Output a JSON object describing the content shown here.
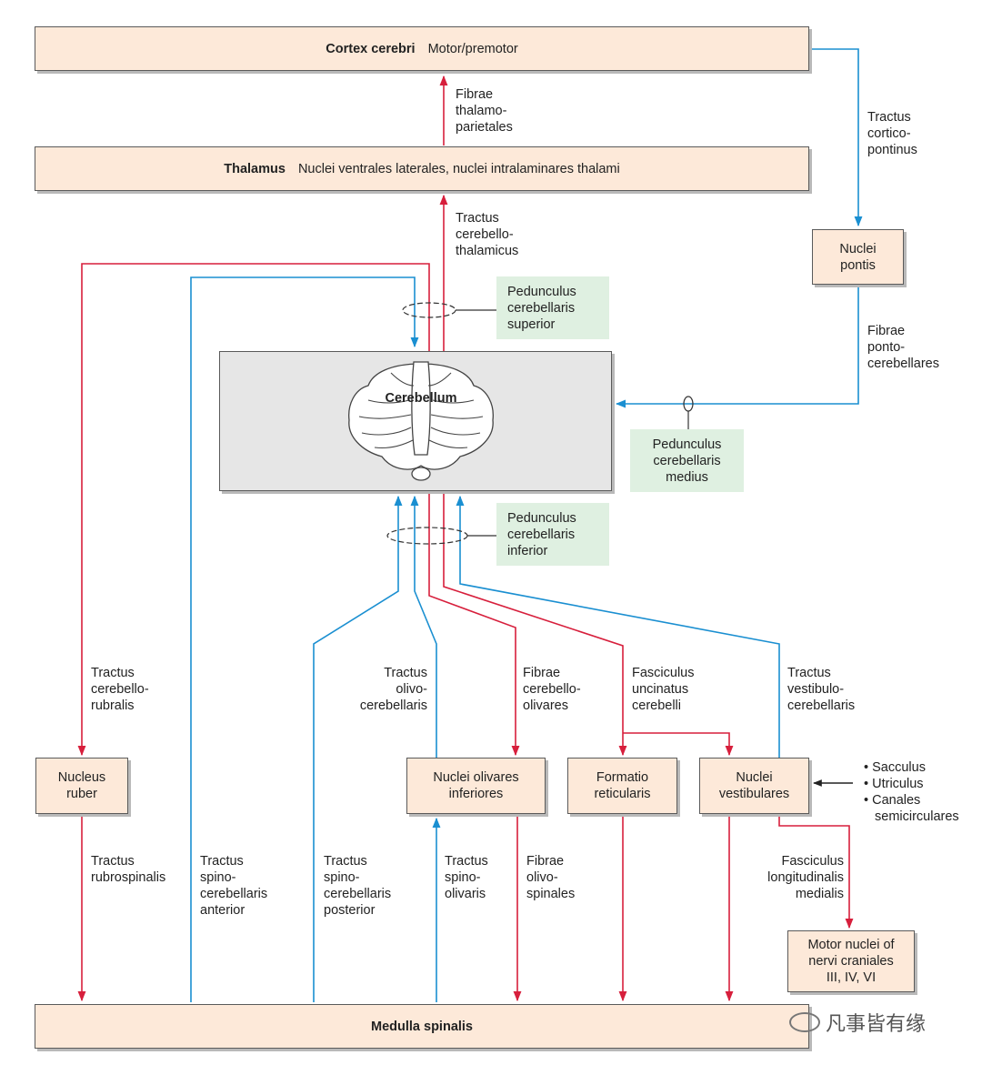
{
  "colors": {
    "afferent": "#1a8fd1",
    "efferent": "#d71f3c",
    "box_fill": "#fde9d9",
    "peduncle_fill": "#dff0e1"
  },
  "cortex": {
    "title": "Cortex cerebri",
    "sub": "Motor/premotor"
  },
  "thalamus": {
    "title": "Thalamus",
    "sub": "Nuclei ventrales laterales, nuclei intralaminares thalami"
  },
  "cerebellum": {
    "label": "Cerebellum"
  },
  "medulla": {
    "label": "Medulla spinalis"
  },
  "nuclei_pontis": [
    "Nuclei",
    "pontis"
  ],
  "nucleus_ruber": [
    "Nucleus",
    "ruber"
  ],
  "nuclei_olivares": [
    "Nuclei olivares",
    "inferiores"
  ],
  "formatio": [
    "Formatio",
    "reticularis"
  ],
  "nuclei_vestibulares": [
    "Nuclei",
    "vestibulares"
  ],
  "motor_nuclei": [
    "Motor nuclei of",
    "nervi craniales",
    "III, IV, VI"
  ],
  "peduncles": {
    "superior": [
      "Pedunculus",
      "cerebellaris",
      "superior"
    ],
    "medius": [
      "Pedunculus",
      "cerebellaris",
      "medius"
    ],
    "inferior": [
      "Pedunculus",
      "cerebellaris",
      "inferior"
    ]
  },
  "vestibular_inputs": [
    "Sacculus",
    "Utriculus",
    "Canales",
    "semicirculares"
  ],
  "tracts": {
    "thalamoparietales": [
      "Fibrae",
      "thalamo-",
      "parietales"
    ],
    "corticopontinus": [
      "Tractus",
      "cortico-",
      "pontinus"
    ],
    "cerebellothalamicus": [
      "Tractus",
      "cerebello-",
      "thalamicus"
    ],
    "pontocerebellares": [
      "Fibrae",
      "ponto-",
      "cerebellares"
    ],
    "cerebellorubralis": [
      "Tractus",
      "cerebello-",
      "rubralis"
    ],
    "olivocerebellaris": [
      "Tractus",
      "olivo-",
      "cerebellaris"
    ],
    "cerebelloolivares": [
      "Fibrae",
      "cerebello-",
      "olivares"
    ],
    "uncinatus": [
      "Fasciculus",
      "uncinatus",
      "cerebelli"
    ],
    "vestibulocerebellaris": [
      "Tractus",
      "vestibulo-",
      "cerebellaris"
    ],
    "rubrospinalis": [
      "Tractus",
      "rubrospinalis"
    ],
    "spinocerebellaris_anterior": [
      "Tractus",
      "spino-",
      "cerebellaris",
      "anterior"
    ],
    "spinocerebellaris_posterior": [
      "Tractus",
      "spino-",
      "cerebellaris",
      "posterior"
    ],
    "spinoolivaris": [
      "Tractus",
      "spino-",
      "olivaris"
    ],
    "olivospinales": [
      "Fibrae",
      "olivo-",
      "spinales"
    ],
    "longitudinalis": [
      "Fasciculus",
      "longitudinalis",
      "medialis"
    ]
  },
  "watermark": "凡事皆有缘"
}
